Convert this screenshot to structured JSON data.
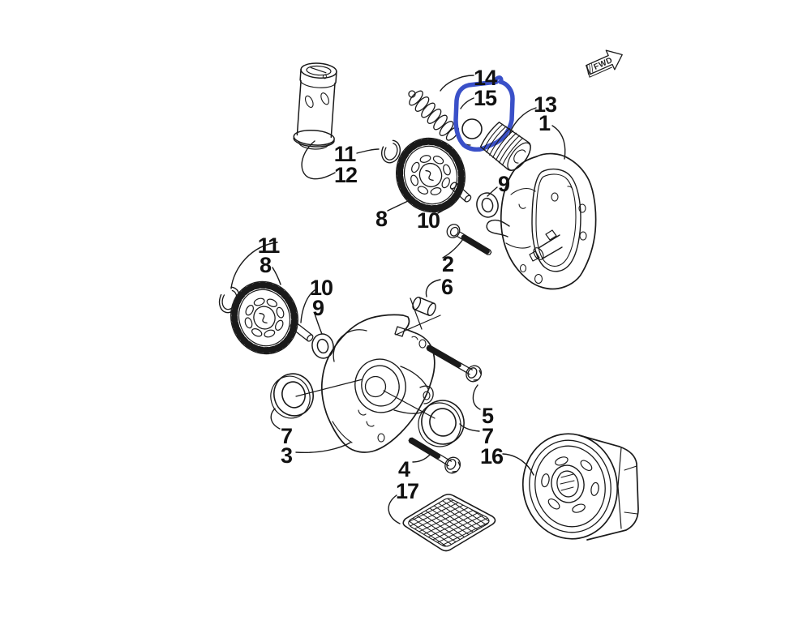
{
  "diagram": {
    "type": "exploded-parts-diagram",
    "subject": "oil-pump-assembly",
    "background": "#ffffff",
    "line_color": "#1a1a1a",
    "highlight_color": "#3a50c8",
    "fwd_label": "FWD",
    "callouts": [
      {
        "part": "pump-cover",
        "label": "1"
      },
      {
        "part": "bolt-upper",
        "label": "2"
      },
      {
        "part": "pump-housing",
        "label": "3"
      },
      {
        "part": "bolt-lower",
        "label": "4"
      },
      {
        "part": "bolt-side",
        "label": "5"
      },
      {
        "part": "dowel-pin",
        "label": "6"
      },
      {
        "part": "seal-left",
        "label": "7"
      },
      {
        "part": "seal-right",
        "label": "7"
      },
      {
        "part": "gear-upper",
        "label": "8"
      },
      {
        "part": "gear-lower",
        "label": "8"
      },
      {
        "part": "oring-upper",
        "label": "9"
      },
      {
        "part": "oring-lower",
        "label": "9"
      },
      {
        "part": "pin-upper",
        "label": "10"
      },
      {
        "part": "pin-lower",
        "label": "10"
      },
      {
        "part": "circlip-upper",
        "label": "11"
      },
      {
        "part": "circlip-lower",
        "label": "11"
      },
      {
        "part": "strainer-tube",
        "label": "12"
      },
      {
        "part": "plug",
        "label": "13"
      },
      {
        "part": "spring",
        "label": "14"
      },
      {
        "part": "check-ball",
        "label": "15"
      },
      {
        "part": "oil-filter",
        "label": "16"
      },
      {
        "part": "strainer-screen",
        "label": "17"
      }
    ]
  }
}
